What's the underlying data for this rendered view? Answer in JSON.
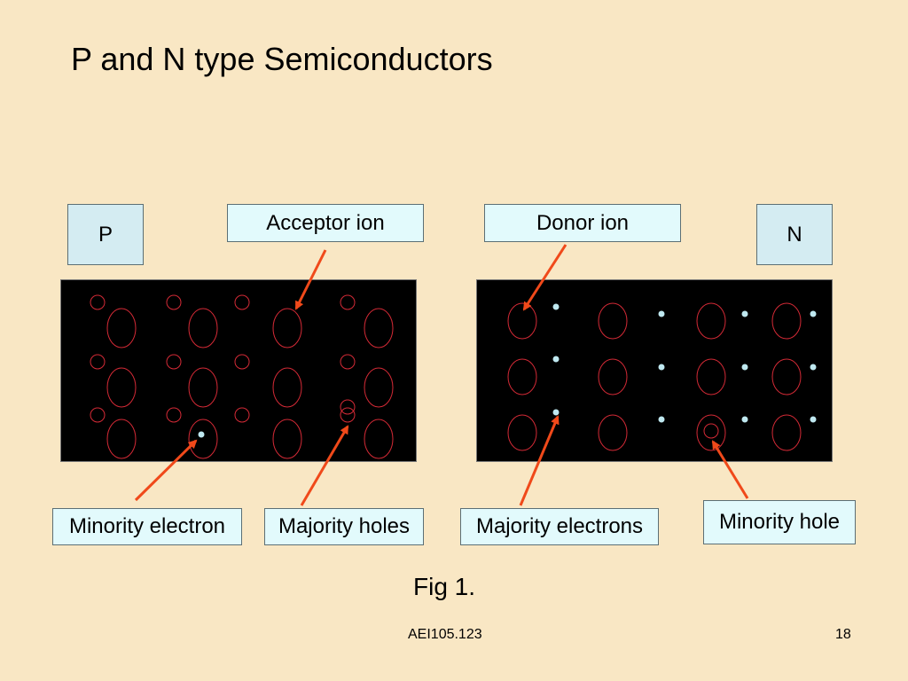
{
  "slide": {
    "title": "P and N type Semiconductors",
    "caption": "Fig 1.",
    "footer_code": "AEI105.123",
    "page_number": "18"
  },
  "labels": {
    "p_type": "P",
    "n_type": "N",
    "acceptor_ion": "Acceptor ion",
    "donor_ion": "Donor ion",
    "minority_electron": "Minority electron",
    "majority_holes": "Majority holes",
    "majority_electrons": "Majority electrons",
    "minority_hole": "Minority hole"
  },
  "colors": {
    "background": "#f9e7c4",
    "label_box": "#e2fafc",
    "panel": "#000000",
    "ion_outline": "#d42a36",
    "electron": "#bfe8f0",
    "arrow": "#f0491a"
  }
}
